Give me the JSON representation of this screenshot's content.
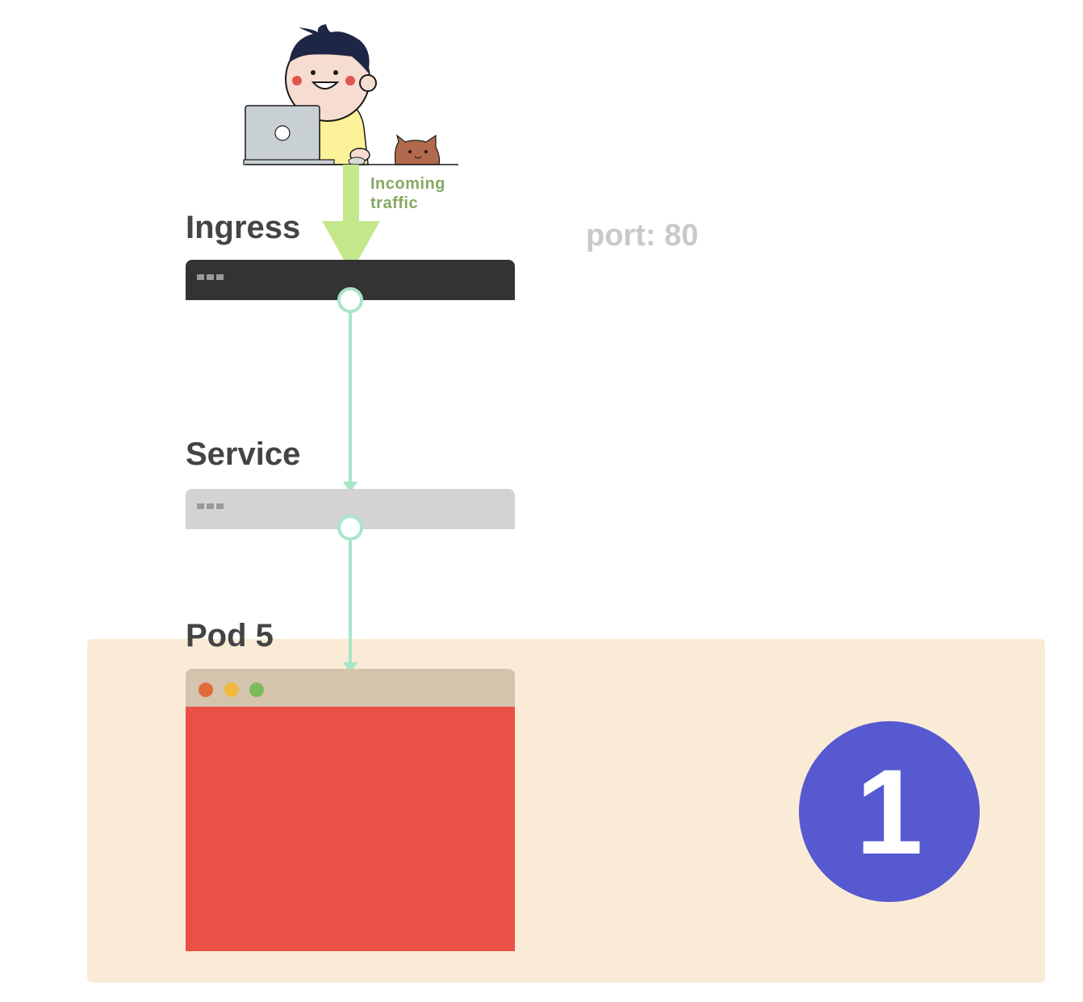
{
  "diagram": {
    "incoming_traffic": {
      "line1": "Incoming",
      "line2": "traffic",
      "color": "#86a861"
    },
    "ingress": {
      "label": "Ingress",
      "bar_color": "#333333",
      "dots_color": "#9a9a9a"
    },
    "port": {
      "label": "port: 80",
      "color": "#c9c9c9"
    },
    "service": {
      "label": "Service",
      "bar_color": "#d3d3d3",
      "dots_color": "#9a9a9a"
    },
    "pod": {
      "label": "Pod 5",
      "titlebar_color": "#d4c4ad",
      "body_color": "#ea5046",
      "window_dots": [
        "#e06a3a",
        "#f0b93c",
        "#7cbb5a"
      ]
    },
    "highlight_color": "#faebd6",
    "connector_color": "#a7e6c8",
    "arrow_color": "#c3e78a",
    "step_badge": {
      "number": "1",
      "color": "#5659d0"
    }
  }
}
